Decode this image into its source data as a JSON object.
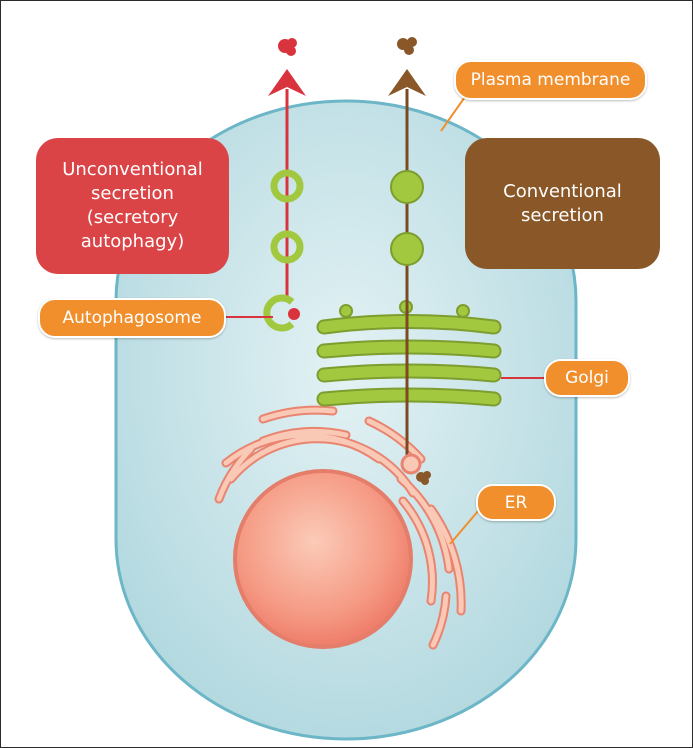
{
  "labels": {
    "plasma_membrane": "Plasma membrane",
    "unconventional": "Unconventional secretion (secretory autophagy)",
    "conventional": "Conventional secretion",
    "autophagosome": "Autophagosome",
    "golgi": "Golgi",
    "er": "ER"
  },
  "colors": {
    "cell_fill": "#c6e3e8",
    "cell_border": "#6cb6c7",
    "unconventional_box": "#db4446",
    "conventional_box": "#8a5728",
    "tag": "#f18f2c",
    "vesicle_green": "#9bc43e",
    "nucleus": "#f7a08a",
    "er": "#f4a98a"
  }
}
